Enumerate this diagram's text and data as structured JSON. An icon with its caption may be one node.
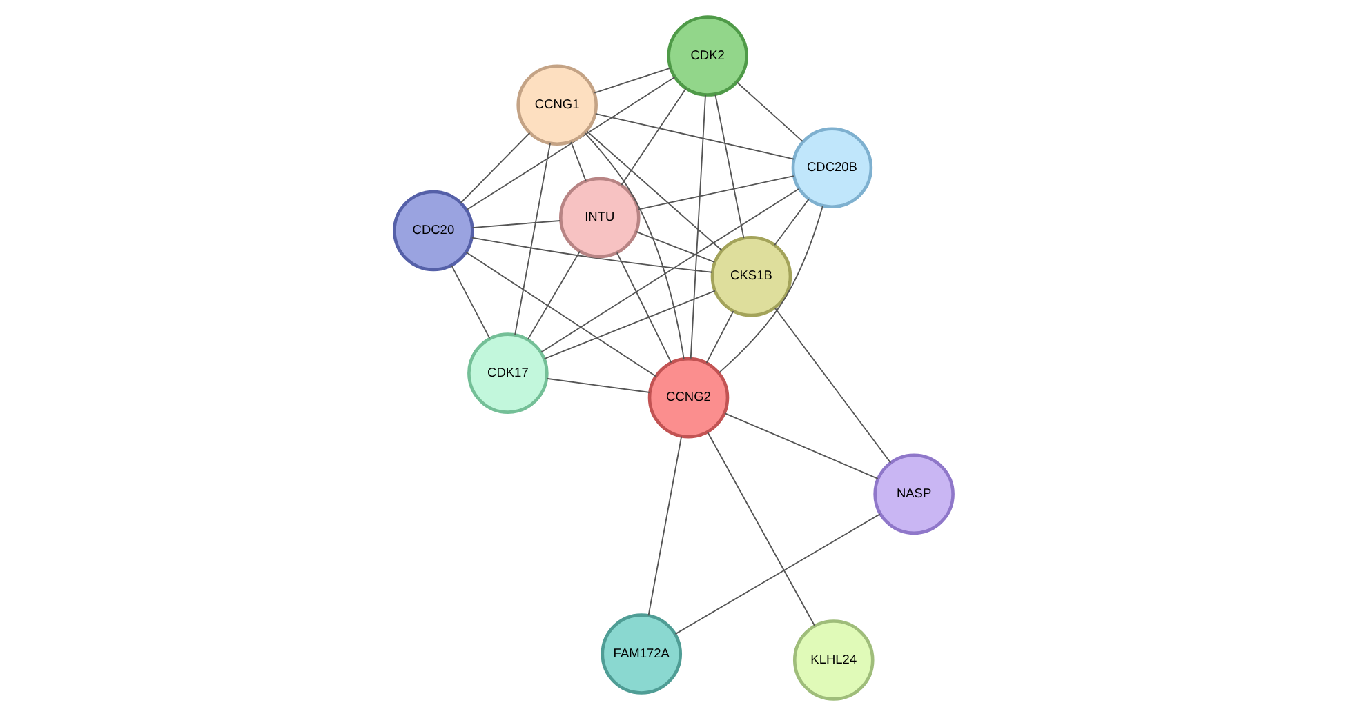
{
  "diagram": {
    "nodes": [
      {
        "text": [
          "CDC20"
        ]
      },
      {
        "text": [
          "CDC20B"
        ]
      },
      {
        "text": [
          "CDK17"
        ]
      },
      {
        "text": [
          "CDK2"
        ]
      },
      {
        "text": [
          "CKS1B"
        ]
      },
      {
        "text": [
          "CCNG1"
        ]
      },
      {
        "text": [
          "FAM172A"
        ]
      },
      {
        "text": [
          "CCNG2"
        ]
      },
      {
        "text": [
          "INTU"
        ]
      },
      {
        "text": [
          "NASP"
        ]
      },
      {
        "text": [
          "KLHL24"
        ]
      }
    ],
    "edges": [
      {
        "from": 0,
        "to": 2,
        "arrow": "none"
      },
      {
        "from": 0,
        "to": 4,
        "arrow": "none"
      },
      {
        "from": 0,
        "to": 7,
        "arrow": "none"
      },
      {
        "from": 0,
        "to": 3,
        "arrow": "none"
      },
      {
        "from": 0,
        "to": 5,
        "arrow": "none"
      },
      {
        "from": 0,
        "to": 8,
        "arrow": "none"
      },
      {
        "from": 1,
        "to": 2,
        "arrow": "none"
      },
      {
        "from": 1,
        "to": 4,
        "arrow": "none"
      },
      {
        "from": 1,
        "to": 7,
        "arrow": "none"
      },
      {
        "from": 1,
        "to": 3,
        "arrow": "none"
      },
      {
        "from": 1,
        "to": 5,
        "arrow": "none"
      },
      {
        "from": 1,
        "to": 8,
        "arrow": "none"
      },
      {
        "from": 2,
        "to": 4,
        "arrow": "none"
      },
      {
        "from": 2,
        "to": 7,
        "arrow": "none"
      },
      {
        "from": 2,
        "to": 5,
        "arrow": "none"
      },
      {
        "from": 2,
        "to": 8,
        "arrow": "none"
      },
      {
        "from": 3,
        "to": 4,
        "arrow": "none"
      },
      {
        "from": 3,
        "to": 7,
        "arrow": "none"
      },
      {
        "from": 3,
        "to": 5,
        "arrow": "none"
      },
      {
        "from": 3,
        "to": 8,
        "arrow": "none"
      },
      {
        "from": 4,
        "to": 5,
        "arrow": "none"
      },
      {
        "from": 4,
        "to": 7,
        "arrow": "none"
      },
      {
        "from": 4,
        "to": 8,
        "arrow": "none"
      },
      {
        "from": 4,
        "to": 9,
        "arrow": "none"
      },
      {
        "from": 5,
        "to": 7,
        "arrow": "none"
      },
      {
        "from": 5,
        "to": 8,
        "arrow": "none"
      },
      {
        "from": 6,
        "to": 7,
        "arrow": "none"
      },
      {
        "from": 6,
        "to": 9,
        "arrow": "none"
      },
      {
        "from": 7,
        "to": 8,
        "arrow": "none"
      },
      {
        "from": 7,
        "to": 9,
        "arrow": "none"
      },
      {
        "from": 7,
        "to": 10,
        "arrow": "none"
      }
    ]
  }
}
